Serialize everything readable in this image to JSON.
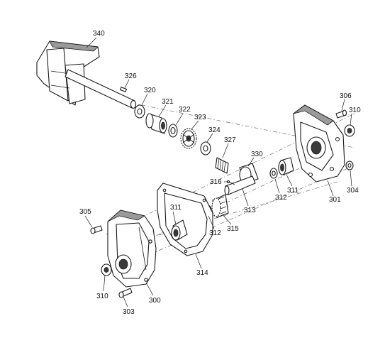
{
  "callouts": {
    "c340": "340",
    "c326": "326",
    "c320": "320",
    "c321": "321",
    "c322": "322",
    "c323": "323",
    "c324": "324",
    "c327": "327",
    "c330": "330",
    "c306": "306",
    "c310a": "310",
    "c304": "304",
    "c301": "301",
    "c311a": "311",
    "c312a": "312",
    "c313": "313",
    "c316": "316",
    "c315": "315",
    "c311b": "311",
    "c312b": "312",
    "c314": "314",
    "c305": "305",
    "c310b": "310",
    "c300": "300",
    "c303": "303"
  }
}
